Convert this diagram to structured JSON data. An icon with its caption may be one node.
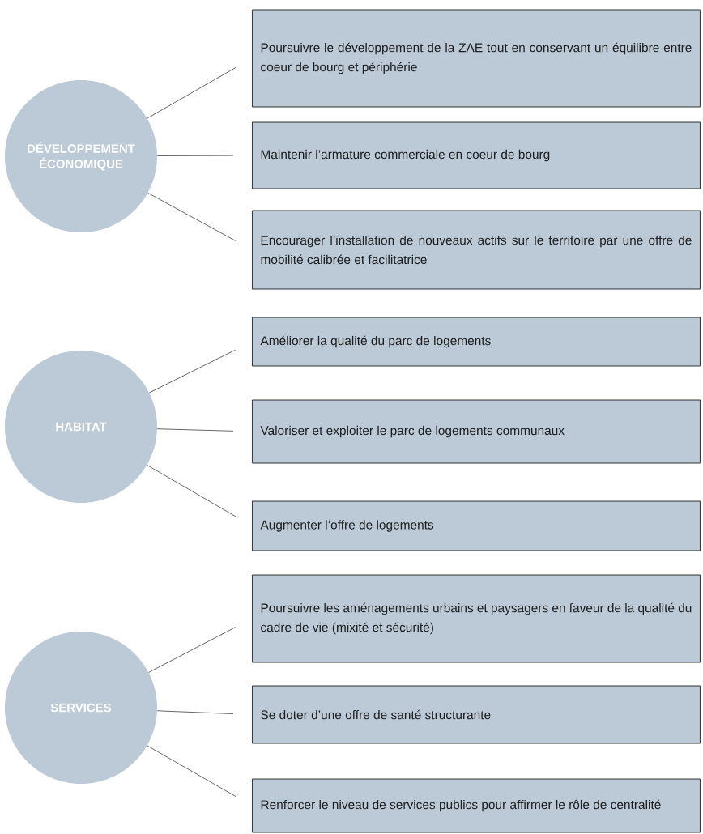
{
  "diagram": {
    "nodes": [
      {
        "text": [
          "DÉVELOPPEMENT ÉCONOMIQUE"
        ]
      },
      {
        "text": [
          "Poursuivre le développement de la ZAE tout en conservant un équilibre entre coeur de bourg et périphérie"
        ]
      },
      {
        "text": [
          "Maintenir l’armature commerciale en coeur de bourg"
        ]
      },
      {
        "text": [
          "Encourager l’installation de nouveaux actifs sur le territoire par une offre de mobilité calibrée et facilitatrice"
        ]
      },
      {
        "text": [
          "HABITAT"
        ]
      },
      {
        "text": [
          "Améliorer la qualité du parc de logements"
        ]
      },
      {
        "text": [
          "Valoriser et exploiter le parc de logements communaux"
        ]
      },
      {
        "text": [
          "Augmenter l’offre de logements"
        ]
      },
      {
        "text": [
          "SERVICES"
        ]
      },
      {
        "text": [
          "Poursuivre les aménagements urbains et paysagers en faveur de la qualité du cadre de vie (mixité et sécurité)"
        ]
      },
      {
        "text": [
          "Se doter d’une offre de santé structurante"
        ]
      },
      {
        "text": [
          "Renforcer le niveau de services publics pour affirmer le rôle de centralité"
        ]
      }
    ],
    "edges": [
      {
        "from": 0,
        "to": 1,
        "arrow": "none"
      },
      {
        "from": 0,
        "to": 2,
        "arrow": "none"
      },
      {
        "from": 0,
        "to": 3,
        "arrow": "none"
      },
      {
        "from": 4,
        "to": 5,
        "arrow": "none"
      },
      {
        "from": 4,
        "to": 6,
        "arrow": "none"
      },
      {
        "from": 4,
        "to": 7,
        "arrow": "none"
      },
      {
        "from": 8,
        "to": 9,
        "arrow": "none"
      },
      {
        "from": 8,
        "to": 10,
        "arrow": "none"
      },
      {
        "from": 8,
        "to": 11,
        "arrow": "none"
      }
    ]
  }
}
